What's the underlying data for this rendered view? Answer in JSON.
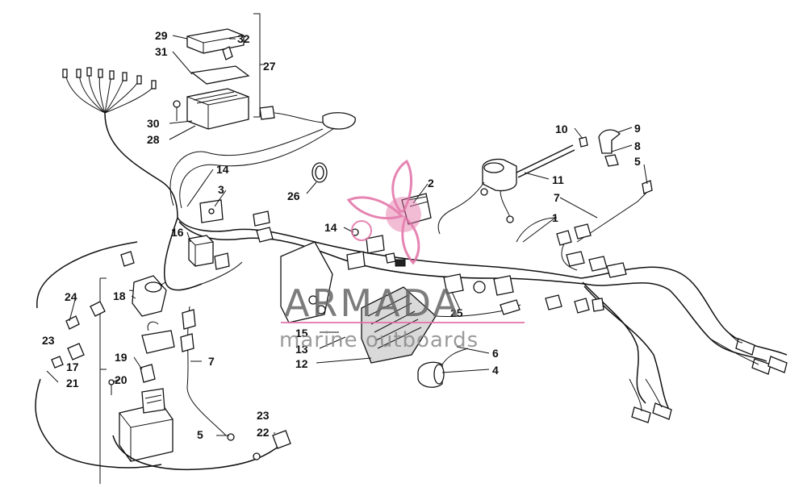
{
  "diagram": {
    "callouts": [
      {
        "id": "c1",
        "label": "1"
      },
      {
        "id": "c2",
        "label": "2"
      },
      {
        "id": "c3",
        "label": "3"
      },
      {
        "id": "c4",
        "label": "4"
      },
      {
        "id": "c5a",
        "label": "5"
      },
      {
        "id": "c5b",
        "label": "5"
      },
      {
        "id": "c6",
        "label": "6"
      },
      {
        "id": "c7a",
        "label": "7"
      },
      {
        "id": "c7b",
        "label": "7"
      },
      {
        "id": "c8",
        "label": "8"
      },
      {
        "id": "c9",
        "label": "9"
      },
      {
        "id": "c10",
        "label": "10"
      },
      {
        "id": "c11",
        "label": "11"
      },
      {
        "id": "c12",
        "label": "12"
      },
      {
        "id": "c13",
        "label": "13"
      },
      {
        "id": "c14a",
        "label": "14"
      },
      {
        "id": "c14b",
        "label": "14"
      },
      {
        "id": "c15",
        "label": "15"
      },
      {
        "id": "c16",
        "label": "16"
      },
      {
        "id": "c17",
        "label": "17"
      },
      {
        "id": "c18",
        "label": "18"
      },
      {
        "id": "c19",
        "label": "19"
      },
      {
        "id": "c20",
        "label": "20"
      },
      {
        "id": "c21",
        "label": "21"
      },
      {
        "id": "c22",
        "label": "22"
      },
      {
        "id": "c23a",
        "label": "23"
      },
      {
        "id": "c23b",
        "label": "23"
      },
      {
        "id": "c24",
        "label": "24"
      },
      {
        "id": "c25",
        "label": "25"
      },
      {
        "id": "c26",
        "label": "26"
      },
      {
        "id": "c27",
        "label": "27"
      },
      {
        "id": "c28",
        "label": "28"
      },
      {
        "id": "c29",
        "label": "29"
      },
      {
        "id": "c30",
        "label": "30"
      },
      {
        "id": "c31",
        "label": "31"
      },
      {
        "id": "c32",
        "label": "32"
      }
    ]
  },
  "watermark": {
    "brand": "ARMADA",
    "tagline": "marine outboards",
    "logo_icon": "propeller-logo-icon",
    "logo_color": "#e26fa5",
    "text_color": "#666666"
  }
}
